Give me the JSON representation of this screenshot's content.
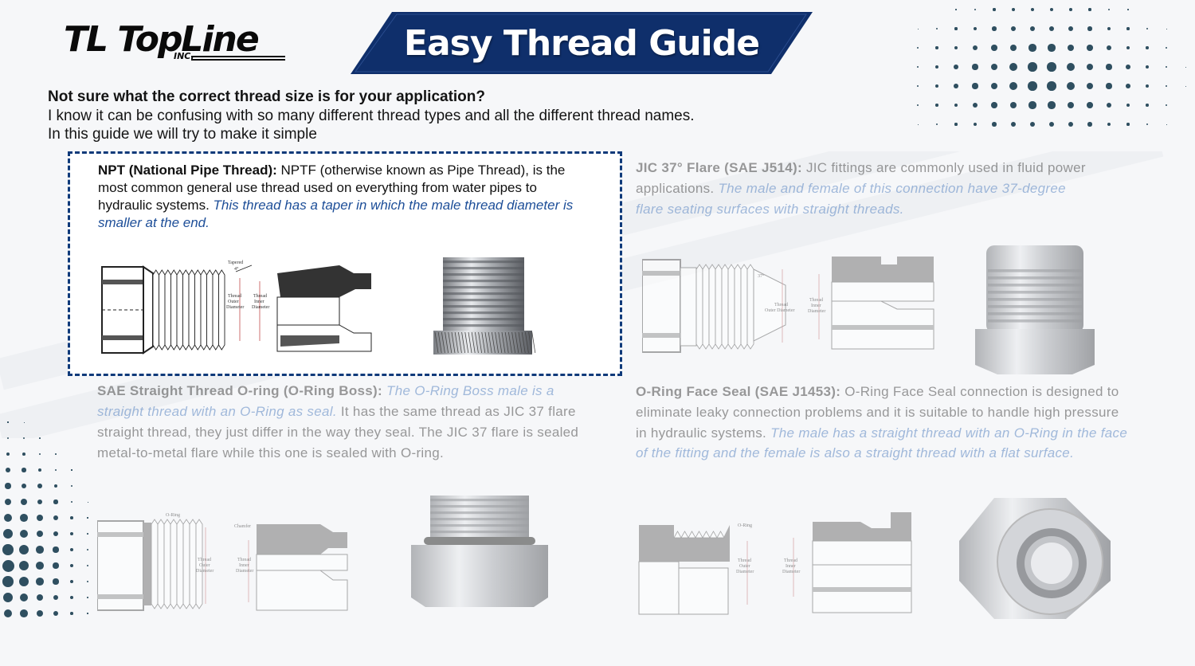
{
  "brand": {
    "logo_text": "TL TopLine",
    "logo_inc": "INC."
  },
  "banner": {
    "title": "Easy Thread Guide",
    "color": "#0f2f6b"
  },
  "intro": {
    "question": "Not sure what the correct thread size is for your application?",
    "line1": "I know it can be confusing with so many different thread types and all the different thread names.",
    "line2": "In this guide we will try to make it simple"
  },
  "sections": {
    "npt": {
      "name": "NPT (National Pipe Thread):",
      "text": " NPTF (otherwise known as Pipe Thread), is the most common general use thread used on everything from water pipes to hydraulic systems. ",
      "italic": "This thread has a taper in which the male thread diameter is smaller at the end.",
      "labels": {
        "tapered": "Tapered",
        "deg": "4°",
        "outer": [
          "Thread",
          "Outer",
          "Diameter"
        ],
        "inner": [
          "Thread",
          "Inner",
          "Diameter"
        ]
      }
    },
    "jic": {
      "name": "JIC 37° Flare (SAE J514):",
      "text": " JIC fittings are commonly used in fluid power applications. ",
      "italic": "The male and female of this connection have 37-degree flare seating surfaces with straight threads.",
      "labels": {
        "deg": "37°",
        "outer": [
          "Thread",
          "Outer Diameter"
        ],
        "inner": [
          "Thread",
          "Inner",
          "Diameter"
        ]
      }
    },
    "sae": {
      "name": "SAE Straight Thread O-ring (O-Ring Boss):",
      "italic": " The O-Ring Boss male is a straight thread with an O-Ring as seal.",
      "text": " It has the same thread as JIC 37 flare straight thread, they just differ in the way they seal. The JIC 37 flare is sealed metal-to-metal flare while this one is sealed with O-ring.",
      "labels": {
        "oring": "O-Ring",
        "chamfer": "Chamfer",
        "outer": [
          "Thread",
          "Outer",
          "Diameter"
        ],
        "inner": [
          "Thread",
          "Inner",
          "Diameter"
        ]
      }
    },
    "orfs": {
      "name": "O-Ring Face Seal (SAE J1453):",
      "text": " O-Ring Face Seal connection is designed to eliminate leaky connection problems and it is suitable to handle high pressure in hydraulic systems. ",
      "italic": "The male has a straight thread with an O-Ring in the face of the fitting and the female is also a straight thread with a flat surface.",
      "labels": {
        "oring": "O-Ring",
        "outer": [
          "Thread",
          "Outer",
          "Diameter"
        ],
        "inner": [
          "Thread",
          "Inner",
          "Diameter"
        ]
      }
    }
  },
  "colors": {
    "accent_blue": "#1d4e98",
    "border_blue": "#0f3a7a",
    "dot_color": "#2f4f60"
  },
  "icons": [
    "npt-fitting-diagram-icon",
    "jic-fitting-diagram-icon",
    "orb-fitting-diagram-icon",
    "orfs-fitting-diagram-icon"
  ]
}
